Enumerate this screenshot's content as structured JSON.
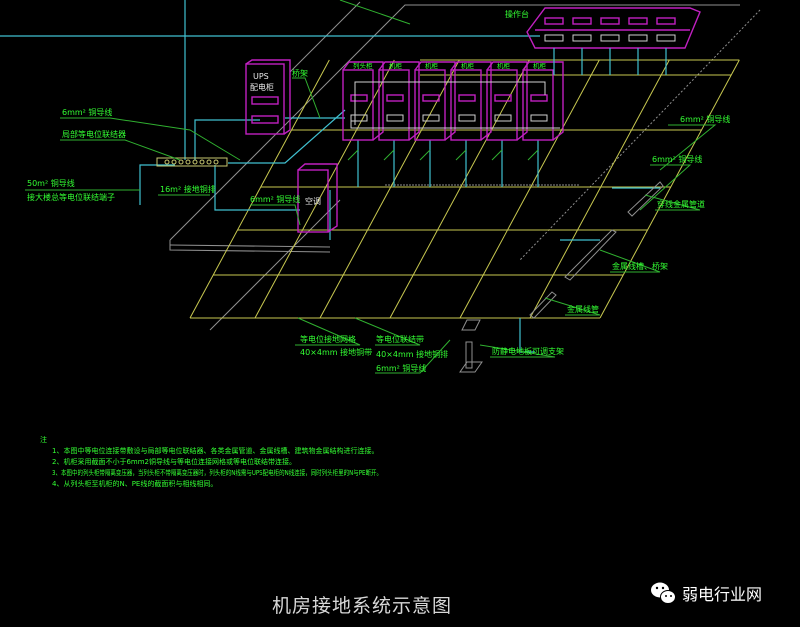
{
  "diagram": {
    "title": "机房接地系统示意图",
    "watermark": "弱电行业网",
    "watermark_icon": "wechat-icon",
    "devices": {
      "console": "操作台",
      "head_cabinet": "列头柜",
      "cabinets": [
        "机柜",
        "机柜",
        "机柜",
        "机柜",
        "机柜"
      ],
      "ups_line1": "UPS",
      "ups_line2": "配电柜",
      "air_conditioner": "空调"
    },
    "labels": {
      "tray": "桥架",
      "wire_6mm_left": "6mm² 铜导线",
      "local_bonding": "局部等电位联结器",
      "wire_50mm": "50m² 铜导线",
      "to_main_bonding": "接大楼总等电位联结端子",
      "wire_16mm": "16m² 接地铜排",
      "wire_6mm_ac": "6mm² 铜导线",
      "wire_6mm_right1": "6mm² 铜导线",
      "wire_6mm_right2": "6mm² 铜导线",
      "metal_pipe": "穿线金属管道",
      "metal_trunking": "金属线槽、桥架",
      "metal_conduit": "金属线管",
      "grid_name": "等电位接地网格",
      "grid_spec": "40×4mm 接地铜带",
      "strip_name": "等电位联结带",
      "strip_spec": "40×4mm 接地铜排",
      "wire_6mm_bottom": "6mm² 铜导线",
      "floor_support": "防静电地板可调支架"
    },
    "notes": {
      "heading": "注",
      "items": [
        "1、本图中等电位连接带敷设与局部等电位联结器、各类金属管道、金属线槽、建筑物金属结构进行连接。",
        "2、机柜采用截面不小于6mm2铜导线与等电位连接网格或等电位联结带连接。",
        "3、本图中的列头柜带隔离变压器，当列头柜不带隔离变压器时，列头柜的N线需与UPS配电柜的N线连接，同时列头柜里的N与PE断开。",
        "4、从列头柜至机柜的N、PE线的截面积与相线相同。"
      ]
    }
  }
}
